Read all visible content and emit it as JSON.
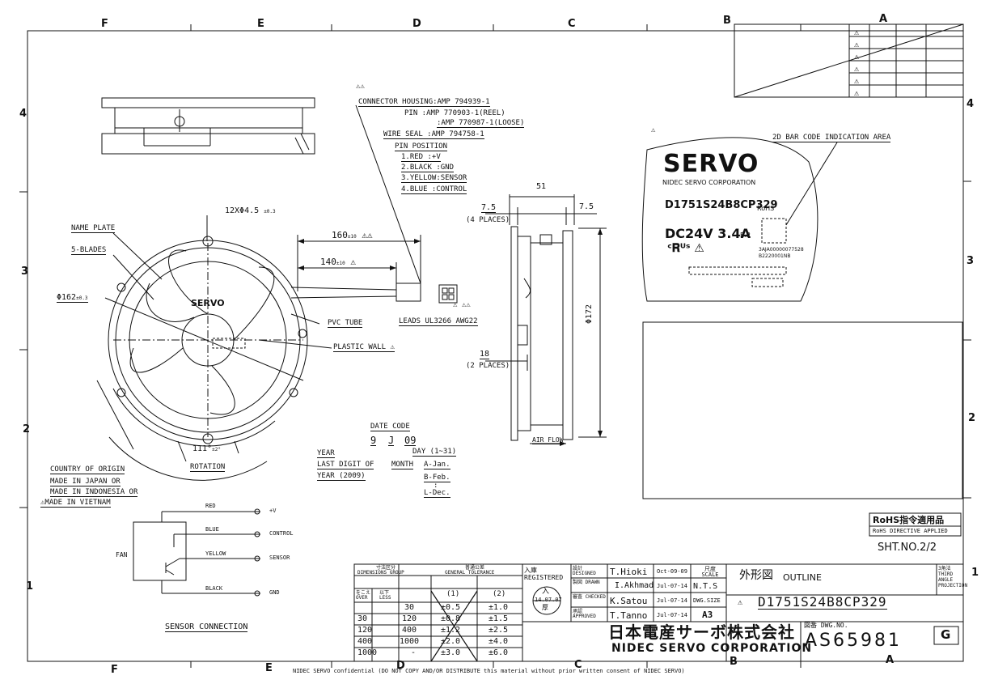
{
  "zones": {
    "top": [
      "F",
      "E",
      "D",
      "C",
      "B",
      "A"
    ],
    "bottom": [
      "F",
      "E",
      "D",
      "C",
      "B",
      "A"
    ],
    "left": [
      "4",
      "3",
      "2",
      "1"
    ],
    "right": [
      "4",
      "3",
      "2",
      "1"
    ]
  },
  "connector": {
    "marks": "⚠⚠",
    "lines": [
      "CONNECTOR HOUSING:AMP 794939-1",
      "PIN      :AMP 770903-1(REEL)",
      ":AMP 770987-1(LOOSE)",
      "WIRE SEAL   :AMP 794758-1",
      "PIN POSITION",
      "1.RED    :+V",
      "2.BLACK :GND",
      "3.YELLOW:SENSOR",
      "4.BLUE   :CONTROL"
    ]
  },
  "front_view": {
    "holes": "12XΦ4.5",
    "holes_tol": "±0.3",
    "name_plate": "NAME PLATE",
    "blades": "5-BLADES",
    "diameter": "Φ162",
    "diameter_tol": "±0.3",
    "brand": "SERVO",
    "dim_160": "160",
    "dim_160_tol": "±10",
    "dim_140": "140",
    "dim_140_tol": "±10",
    "pvc_tube": "PVC TUBE",
    "leads": "LEADS UL3266 AWG22",
    "plastic_wall": "PLASTIC WALL",
    "angle": "111°",
    "angle_tol": "±2°",
    "rotation": "ROTATION"
  },
  "side_view": {
    "dim_51": "51",
    "dim_7_5a": "7.5",
    "dim_7_5b": "7.5",
    "four_places": "(4 PLACES)",
    "dim_172": "Φ172",
    "dim_18": "18",
    "two_places": "(2 PLACES)",
    "air_flow": "AIR FLOW"
  },
  "date_code": {
    "title": "DATE CODE",
    "code": [
      "9",
      "J",
      "09"
    ],
    "year": "YEAR",
    "last_digit": "LAST DIGIT OF",
    "year_2009": "YEAR (2009)",
    "month": "MONTH",
    "day": "DAY (1~31)",
    "a_jan": "A-Jan.",
    "b_feb": "B-Feb.",
    "colon": ":",
    "l_dec": "L-Dec."
  },
  "origin": {
    "title": "COUNTRY OF ORIGIN",
    "lines": [
      "MADE IN JAPAN OR",
      "MADE IN INDONESIA OR",
      "MADE IN VIETNAM"
    ]
  },
  "label": {
    "barcode_area": "2D BAR CODE INDICATION AREA",
    "brand": "SERVO",
    "corp": "NIDEC SERVO CORPORATION",
    "model": "D1751S24B8CP329",
    "rohs": "RoHS",
    "rating": "DC24V   3.4A",
    "ep": "E.P.",
    "serial1": "3AJA00000077528",
    "serial2": "B2220001NB"
  },
  "sensor": {
    "title": "SENSOR CONNECTION",
    "fan": "FAN",
    "wires": [
      {
        "color": "RED",
        "signal": "+V"
      },
      {
        "color": "BLUE",
        "signal": "CONTROL"
      },
      {
        "color": "YELLOW",
        "signal": "SENSOR"
      },
      {
        "color": "BLACK",
        "signal": "GND"
      }
    ]
  },
  "rohs_stamp": {
    "line1": "RoHS指令適用品",
    "line2": "RoHS DIRECTIVE APPLIED"
  },
  "sheet": "SHT.NO.2/2",
  "tolerance": {
    "h_dim": "寸法区分",
    "h_dim_en": "DIMENSIONS GROUP",
    "h_tol": "普通公差",
    "h_tol_en": "GENERAL TOLERANCE",
    "over": "をこえ OVER",
    "less": "以下 LESS",
    "c1": "(1)",
    "c2": "(2)",
    "rows": [
      [
        "",
        "30",
        "±0.5",
        "±1.0"
      ],
      [
        "30",
        "120",
        "±0.8",
        "±1.5"
      ],
      [
        "120",
        "400",
        "±1.2",
        "±2.5"
      ],
      [
        "400",
        "1000",
        "±2.0",
        "±4.0"
      ],
      [
        "1000",
        "-",
        "±3.0",
        "±6.0"
      ]
    ]
  },
  "title_block": {
    "registered": "入庫 REGISTERED",
    "stamp_top": "入",
    "stamp_date": "14.07.07",
    "stamp_bottom": "厚",
    "roles": [
      "設計 DESIGNED",
      "製図 DRAWN",
      "審査 CHECKED",
      "承認 APPROVED"
    ],
    "names": [
      "T.Hioki",
      "I.Akhmad",
      "K.Satou",
      "T.Tanno"
    ],
    "dates": [
      "Oct-09-09",
      "Jul-07-14",
      "Jul-07-14",
      "Jul-07-14"
    ],
    "scale_label": "尺度 SCALE",
    "scale": "N.T.S",
    "size_label": "DWG.SIZE",
    "size": "A3",
    "title_jp": "外形図",
    "title_en": "OUTLINE",
    "part": "D1751S24B8CP329",
    "projection": "3角法 THIRD ANGLE PROJECTION",
    "company_jp": "日本電産サーボ株式会社",
    "company_en": "NIDEC SERVO CORPORATION",
    "dwg_label": "図番 DWG.NO.",
    "dwg_no": "AS65981",
    "revision": "G"
  },
  "footer": "NIDEC SERVO confidential (DO NOT COPY AND/OR DISTRIBUTE this material without prior written consent of NIDEC SERVO)"
}
